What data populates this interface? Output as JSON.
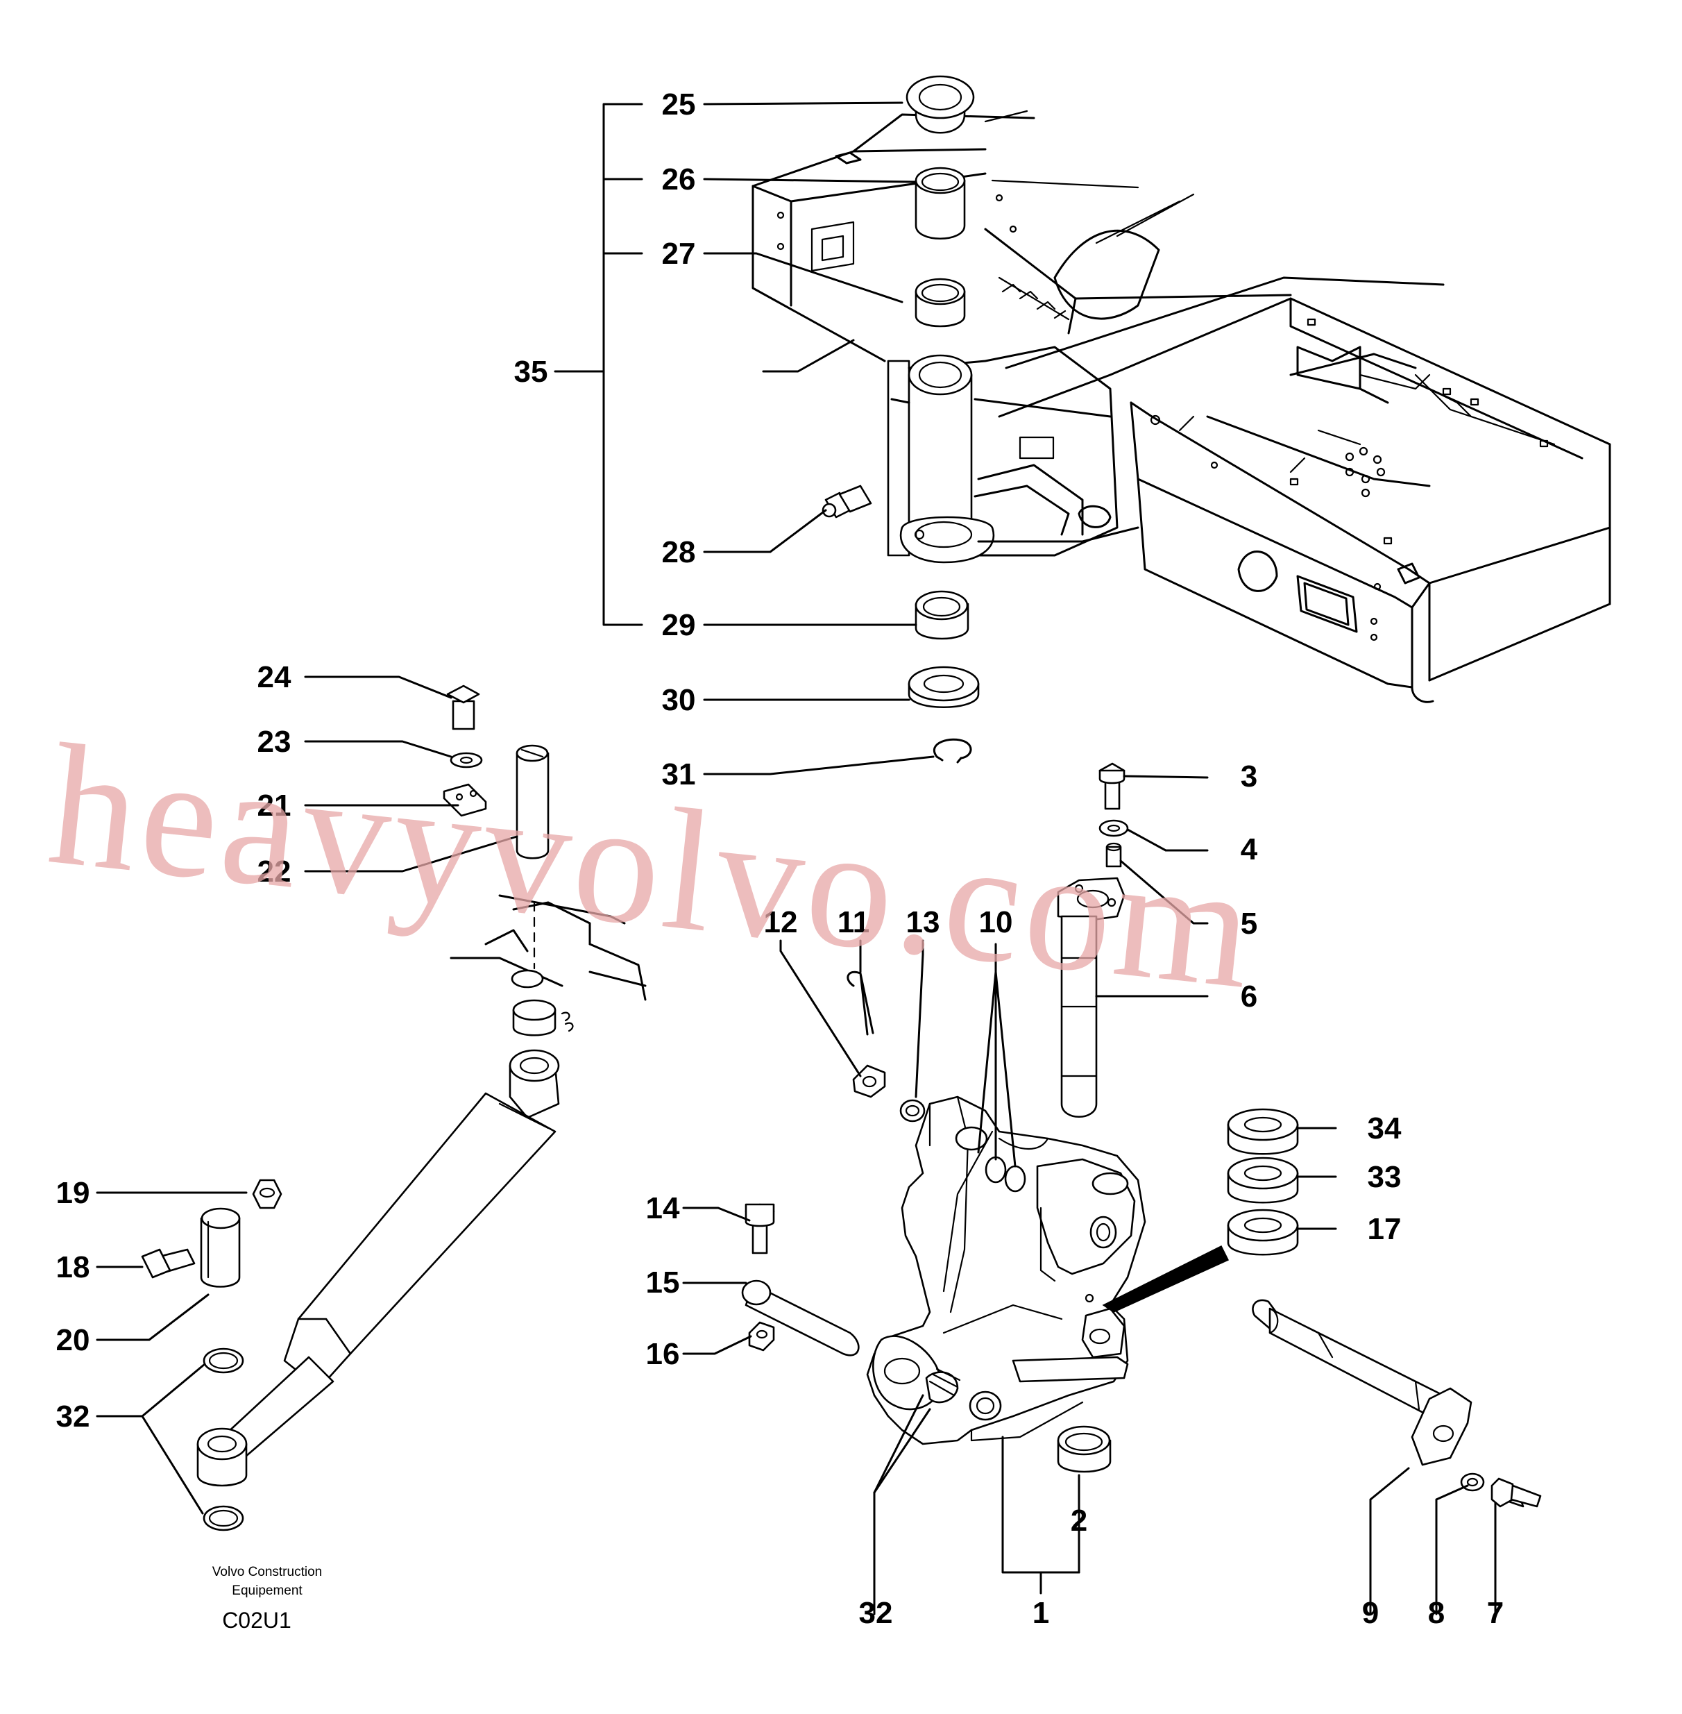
{
  "caption": {
    "company": "Volvo Construction",
    "company_line2": "Equipement",
    "code": "C02U1"
  },
  "watermark": "heavyvolvo.com",
  "colors": {
    "line": "#000000",
    "watermark": "#e8a8a8",
    "background": "#ffffff"
  },
  "callouts": [
    "1",
    "2",
    "3",
    "4",
    "5",
    "6",
    "7",
    "8",
    "9",
    "10",
    "11",
    "12",
    "13",
    "14",
    "15",
    "16",
    "17",
    "18",
    "19",
    "20",
    "21",
    "22",
    "23",
    "24",
    "25",
    "26",
    "27",
    "28",
    "29",
    "30",
    "31",
    "32",
    "32",
    "33",
    "34",
    "35"
  ]
}
